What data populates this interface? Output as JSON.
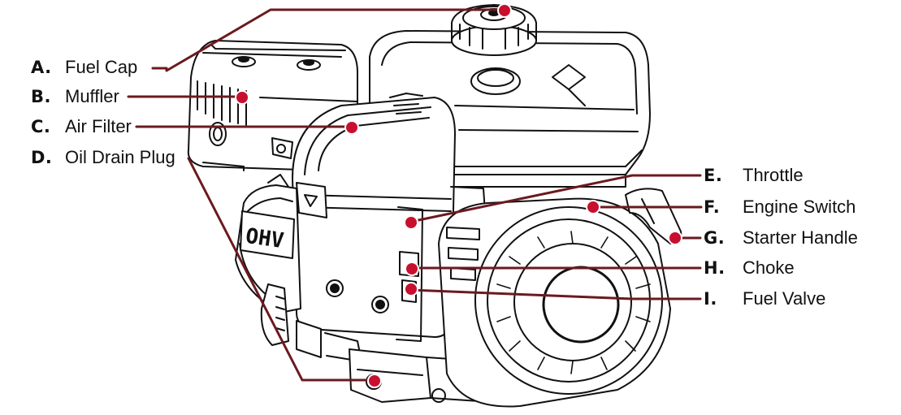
{
  "callout_color": "#c8102e",
  "line_color": "#6b1a1f",
  "callouts_left": [
    {
      "letter": "A.",
      "name": "Fuel Cap"
    },
    {
      "letter": "B.",
      "name": "Muffler"
    },
    {
      "letter": "C.",
      "name": "Air Filter"
    },
    {
      "letter": "D.",
      "name": "Oil Drain Plug"
    }
  ],
  "callouts_right": [
    {
      "letter": "E.",
      "name": "Throttle"
    },
    {
      "letter": "F.",
      "name": "Engine Switch"
    },
    {
      "letter": "G.",
      "name": "Starter Handle"
    },
    {
      "letter": "H.",
      "name": "Choke"
    },
    {
      "letter": "I.",
      "name": "Fuel Valve"
    }
  ],
  "engine_badge": "OHV"
}
